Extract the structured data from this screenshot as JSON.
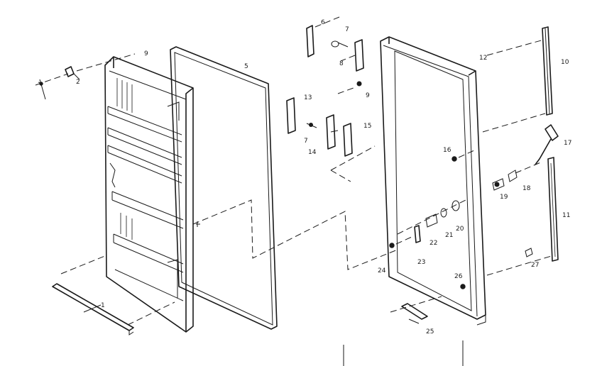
{
  "diagram": {
    "callouts": {
      "c1": "1",
      "c2": "2",
      "c5": "5",
      "c6": "6",
      "c7a": "7",
      "c7b": "7",
      "c8": "8",
      "c9a": "9",
      "c9b": "9",
      "c10": "10",
      "c11": "11",
      "c12": "12",
      "c13": "13",
      "c14": "14",
      "c15": "15",
      "c16": "16",
      "c17": "17",
      "c18": "18",
      "c19": "19",
      "c20": "20",
      "c21": "21",
      "c22": "22",
      "c23": "23",
      "c24": "24",
      "c25": "25",
      "c26": "26",
      "c27": "27"
    }
  }
}
